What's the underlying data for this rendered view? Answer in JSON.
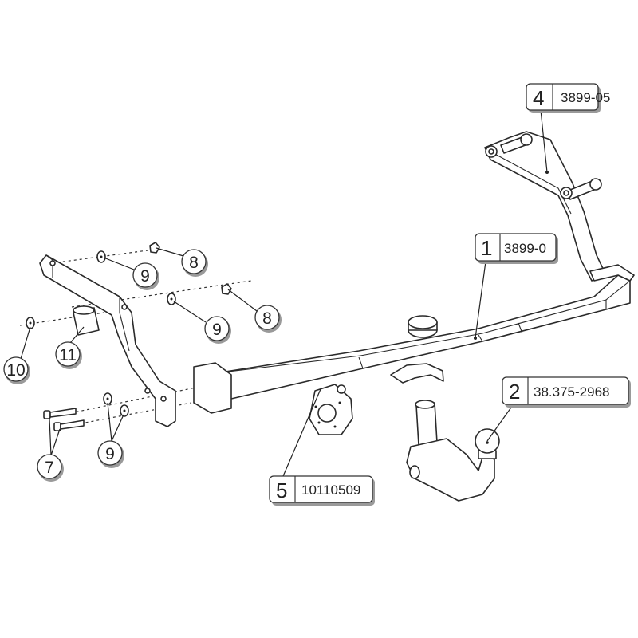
{
  "title": "Tow bar exploded parts diagram",
  "callouts": [
    {
      "number": "1",
      "code": "3899-0"
    },
    {
      "number": "2",
      "code": "38.375-2968"
    },
    {
      "number": "4",
      "code": "3899-05"
    },
    {
      "number": "5",
      "code": "10110509"
    }
  ],
  "small_parts": [
    {
      "number": "9"
    },
    {
      "number": "8"
    },
    {
      "number": "9"
    },
    {
      "number": "8"
    },
    {
      "number": "10"
    },
    {
      "number": "11"
    },
    {
      "number": "7"
    },
    {
      "number": "9"
    }
  ]
}
